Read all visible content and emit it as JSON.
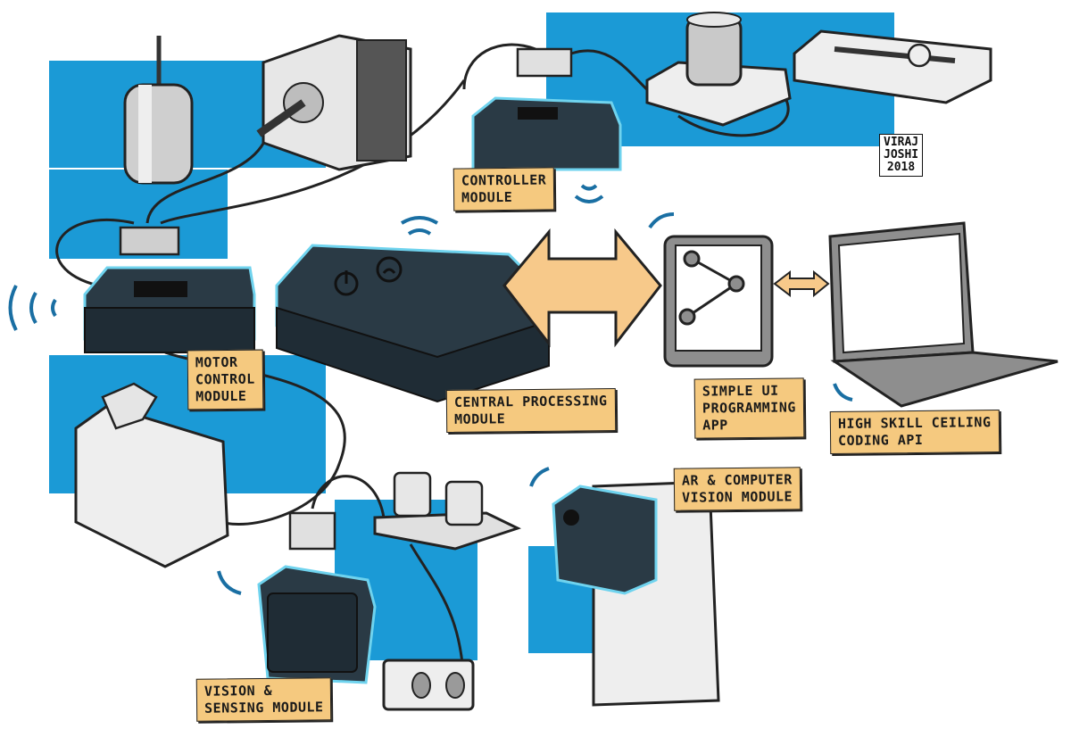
{
  "colors": {
    "blue": "#1b9ad6",
    "module_dark": "#2a3a45",
    "module_glow": "#6fd3ee",
    "label_bg": "#f5c97f",
    "arrow": "#f7c98a",
    "grey": "#8e8e8e"
  },
  "labels": {
    "controller": "CONTROLLER\nMODULE",
    "motor_control": "MOTOR\nCONTROL\nMODULE",
    "central": "CENTRAL PROCESSING\nMODULE",
    "simple_ui": "SIMPLE UI\nPROGRAMMING\nAPP",
    "coding_api": "HIGH SKILL CEILING\nCODING API",
    "ar_vision": "AR & COMPUTER\nVISION MODULE",
    "vision_sensing": "VISION &\nSENSING MODULE"
  },
  "signature": "VIRAJ\nJOSHI\n2018",
  "icons": [
    "power-icon",
    "wifi-icon",
    "share-icon"
  ]
}
